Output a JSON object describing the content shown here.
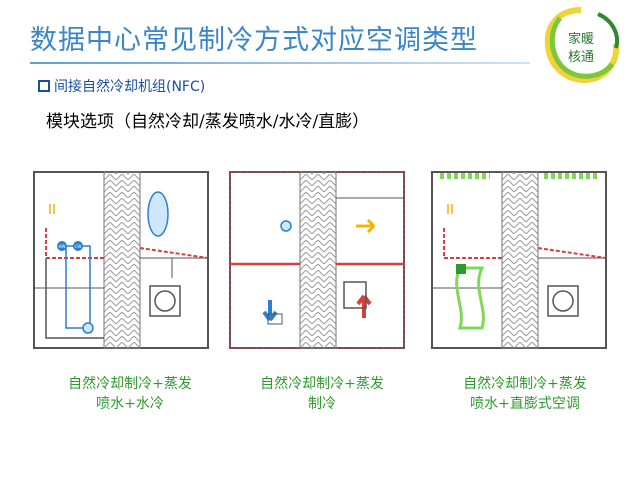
{
  "header": {
    "title": "数据中心常见制冷方式对应空调类型",
    "logo_line1": "家暖",
    "logo_line2": "核通"
  },
  "subtitle": "间接自然冷却机组(NFC)",
  "section_title": "模块选项（自然冷却/蒸发喷水/水冷/直膨）",
  "diagrams": [
    {
      "caption_line1": "自然冷却制冷+蒸发",
      "caption_line2": "喷水+水冷",
      "labels": [
        "HW",
        "CW"
      ]
    },
    {
      "caption_line1": "自然冷却制冷+蒸发",
      "caption_line2": "制冷"
    },
    {
      "caption_line1": "自然冷却制冷+蒸发",
      "caption_line2": "喷水+直膨式空调"
    }
  ],
  "colors": {
    "title": "#3a86c8",
    "caption": "#2e9a2e",
    "duct": "#d84040",
    "frame": "#555555",
    "coil": "#9a9a9a",
    "green_accent": "#7ed957",
    "blue_accent": "#2a7fd0",
    "yellow_accent": "#f2b400"
  }
}
